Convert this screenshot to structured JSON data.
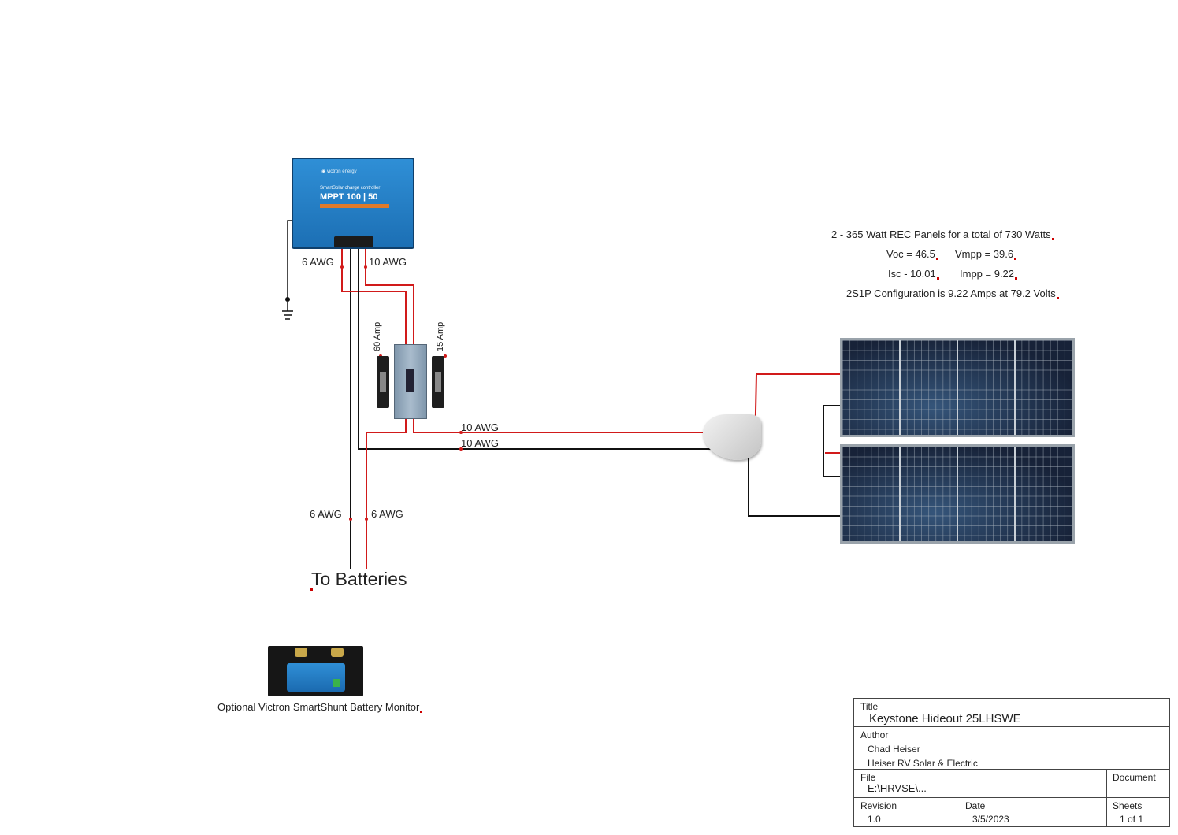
{
  "diagram": {
    "panel_specs": {
      "line1": "2 - 365 Watt REC Panels for a total of 730 Watts",
      "voc": "Voc = 46.5",
      "vmpp": "Vmpp = 39.6",
      "isc": "Isc - 10.01",
      "impp": "Impp = 9.22",
      "config": "2S1P Configuration is 9.22 Amps at 79.2 Volts"
    },
    "wire_labels": {
      "mppt_battery": "6 AWG",
      "mppt_pv": "10 AWG",
      "pv_positive": "10 AWG",
      "pv_negative": "10 AWG",
      "battery_negative": "6 AWG",
      "battery_positive": "6 AWG"
    },
    "fuse_labels": {
      "battery_fuse": "60 Amp",
      "pv_fuse": "15 Amp"
    },
    "to_batteries": "To Batteries",
    "shunt_caption": "Optional Victron SmartShunt Battery Monitor",
    "mppt": {
      "sub": "SmartSolar charge controller",
      "model": "MPPT 100 | 50"
    },
    "colors": {
      "positive_wire": "#d11a1a",
      "negative_wire": "#111111",
      "accent_blue": "#2a86d0"
    }
  },
  "title_block": {
    "title_caption": "Title",
    "title": "Keystone Hideout 25LHSWE",
    "author_caption": "Author",
    "author_name": "Chad Heiser",
    "author_company": "Heiser RV Solar & Electric",
    "file_caption": "File",
    "file": "E:\\HRVSE\\...",
    "document_caption": "Document",
    "revision_caption": "Revision",
    "revision": "1.0",
    "date_caption": "Date",
    "date": "3/5/2023",
    "sheets_caption": "Sheets",
    "sheets": "1 of 1"
  }
}
